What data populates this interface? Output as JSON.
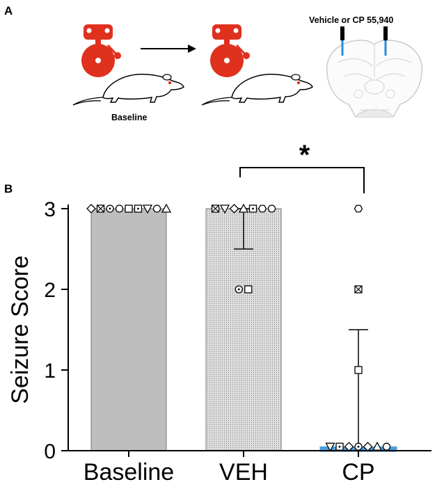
{
  "panels": {
    "a_label": "A",
    "b_label": "B"
  },
  "schematic": {
    "baseline_label": "Baseline",
    "injection_label": "Vehicle or CP 55,940",
    "colors": {
      "bell": "#e0301e",
      "cannula": "#1f8fe0",
      "eye": "#e0301e"
    },
    "icons": [
      "bell-icon",
      "arrow-icon",
      "rat-icon",
      "brain-section-icon"
    ]
  },
  "chart_data": {
    "type": "bar",
    "ylabel": "Seizure Score",
    "xlabel": "",
    "categories": [
      "Baseline",
      "VEH",
      "CP"
    ],
    "values": [
      3,
      3,
      0.04
    ],
    "error": [
      {
        "low": 3,
        "high": 3
      },
      {
        "low": 2.5,
        "high": 3
      },
      {
        "low": 0,
        "high": 1.5
      }
    ],
    "ylim": [
      0,
      3
    ],
    "yticks": [
      0,
      1,
      2,
      3
    ],
    "bar_colors": [
      "#bebebe",
      "#d8d8d8",
      "#4a9fe0"
    ],
    "significance": {
      "between": [
        "VEH",
        "CP"
      ],
      "symbol": "*"
    },
    "points": [
      {
        "group": 0,
        "y": 3,
        "markers": [
          "diamond",
          "box-x",
          "circle-dot",
          "circle",
          "square",
          "square-dot",
          "triangle-down",
          "circle",
          "triangle"
        ]
      },
      {
        "group": 1,
        "y": 3,
        "markers": [
          "box-x",
          "triangle-down",
          "diamond",
          "triangle",
          "square-dot",
          "hexagon",
          "circle"
        ]
      },
      {
        "group": 1,
        "y": 2,
        "markers": [
          "circle-dot",
          "square"
        ]
      },
      {
        "group": 2,
        "y": 3,
        "markers": [
          "hexagon"
        ]
      },
      {
        "group": 2,
        "y": 2,
        "markers": [
          "box-x"
        ]
      },
      {
        "group": 2,
        "y": 1,
        "markers": [
          "square"
        ]
      },
      {
        "group": 2,
        "y": 0.05,
        "markers": [
          "triangle-down",
          "square-dot",
          "diamond",
          "circle-dot",
          "diamond",
          "triangle",
          "circle"
        ]
      }
    ],
    "grid": false
  }
}
